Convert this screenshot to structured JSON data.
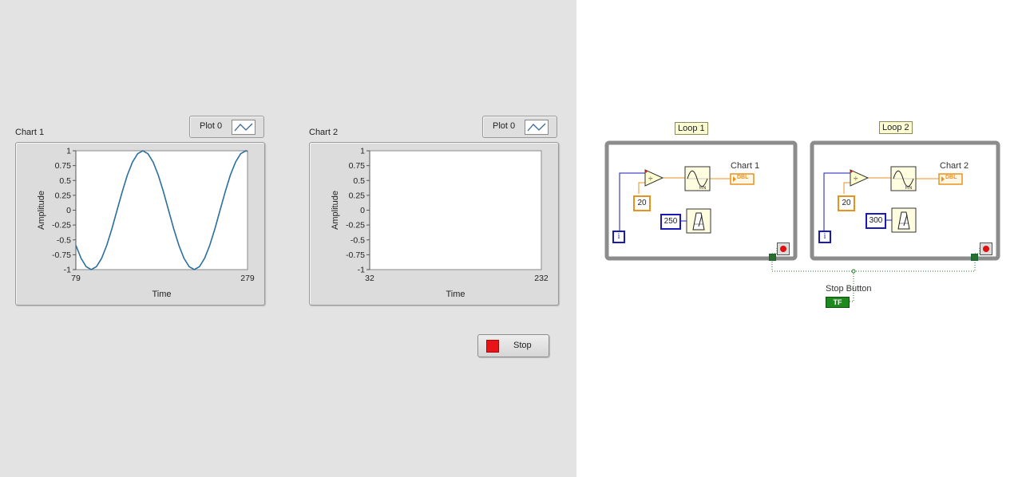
{
  "front_panel": {
    "chart1": {
      "label": "Chart 1",
      "legend": "Plot 0",
      "ylabel": "Amplitude",
      "xlabel": "Time"
    },
    "chart2": {
      "label": "Chart 2",
      "legend": "Plot 0",
      "ylabel": "Amplitude",
      "xlabel": "Time"
    },
    "stop_button": {
      "label": "Stop"
    }
  },
  "block_diagram": {
    "loop1": {
      "label": "Loop 1",
      "divisor_const": "20",
      "wait_const": "250",
      "indicator_label": "Chart 1",
      "indicator_type": "DBL"
    },
    "loop2": {
      "label": "Loop 2",
      "divisor_const": "20",
      "wait_const": "300",
      "indicator_label": "Chart 2",
      "indicator_type": "DBL"
    },
    "iteration_terminal": "i",
    "stop_terminal_label": "Stop Button",
    "stop_terminal_type": "TF",
    "icons": [
      "divide-icon",
      "sine-waveform-icon",
      "wait-ms-icon",
      "stop-condition-icon",
      "boolean-terminal-icon"
    ]
  },
  "chart_data": [
    {
      "type": "line",
      "title": "Chart 1",
      "xlabel": "Time",
      "ylabel": "Amplitude",
      "xlim": [
        79,
        279
      ],
      "ylim": [
        -1,
        1
      ],
      "yticks": [
        "1",
        "0.75",
        "0.5",
        "0.25",
        "0",
        "-0.25",
        "-0.5",
        "-0.75",
        "-1"
      ],
      "xticks": [
        "79",
        "279"
      ],
      "series": [
        {
          "name": "Plot 0",
          "color": "#2b6f9e",
          "x": [
            79,
            85,
            91,
            97,
            103,
            109,
            115,
            121,
            127,
            133,
            139,
            145,
            151,
            157,
            163,
            169,
            175,
            181,
            187,
            193,
            199,
            205,
            211,
            217,
            223,
            229,
            235,
            241,
            247,
            253,
            259,
            265,
            271,
            277,
            279
          ],
          "y": [
            -0.59,
            -0.81,
            -0.95,
            -1.0,
            -0.95,
            -0.81,
            -0.59,
            -0.31,
            0.0,
            0.31,
            0.59,
            0.81,
            0.95,
            1.0,
            0.95,
            0.81,
            0.59,
            0.31,
            0.0,
            -0.31,
            -0.59,
            -0.81,
            -0.95,
            -1.0,
            -0.95,
            -0.81,
            -0.59,
            -0.31,
            0.0,
            0.31,
            0.59,
            0.81,
            0.95,
            1.0,
            0.99
          ]
        }
      ]
    },
    {
      "type": "line",
      "title": "Chart 2",
      "xlabel": "Time",
      "ylabel": "Amplitude",
      "xlim": [
        32,
        232
      ],
      "ylim": [
        -1,
        1
      ],
      "yticks": [
        "1",
        "0.75",
        "0.5",
        "0.25",
        "0",
        "-0.25",
        "-0.5",
        "-0.75",
        "-1"
      ],
      "xticks": [
        "32",
        "232"
      ],
      "series": []
    }
  ]
}
